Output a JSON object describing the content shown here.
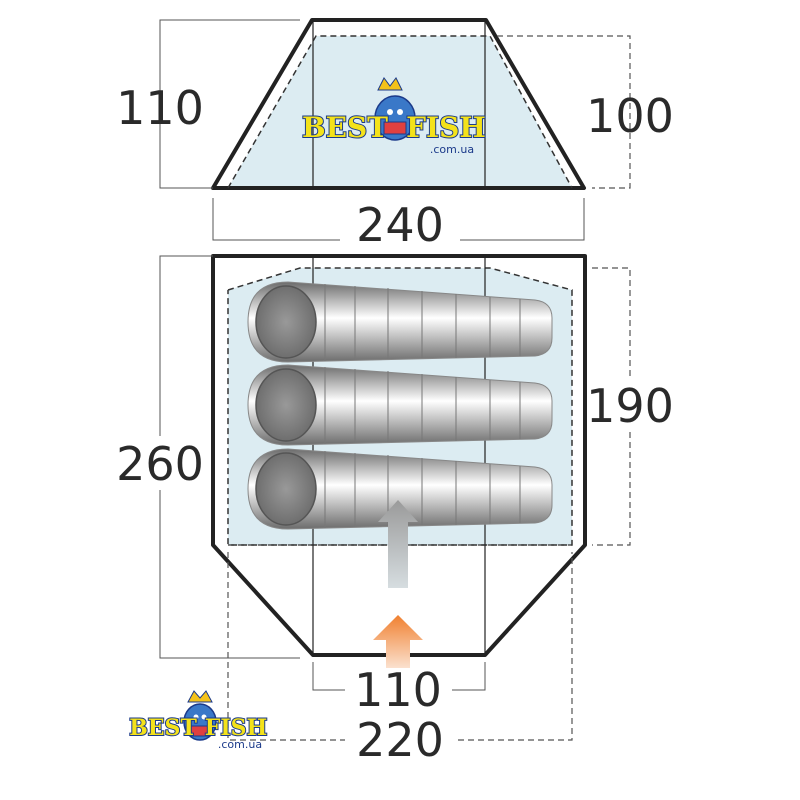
{
  "dimensions": {
    "left_height": "110",
    "right_height": "100",
    "front_width": "240",
    "left_length": "260",
    "right_length": "190",
    "door_width": "110",
    "total_width": "220"
  },
  "logo": {
    "best": "BEST",
    "fish": "FISH",
    "domain": ".com.ua"
  },
  "colors": {
    "outline": "#222222",
    "inner_fill": "#dcecf2",
    "arrow_entry": "#f08030",
    "arrow_inner": "#9a9a9a",
    "logo_yellow": "#f4e21a",
    "logo_blue": "#1b3a8a"
  },
  "sleeping_bags": 3
}
